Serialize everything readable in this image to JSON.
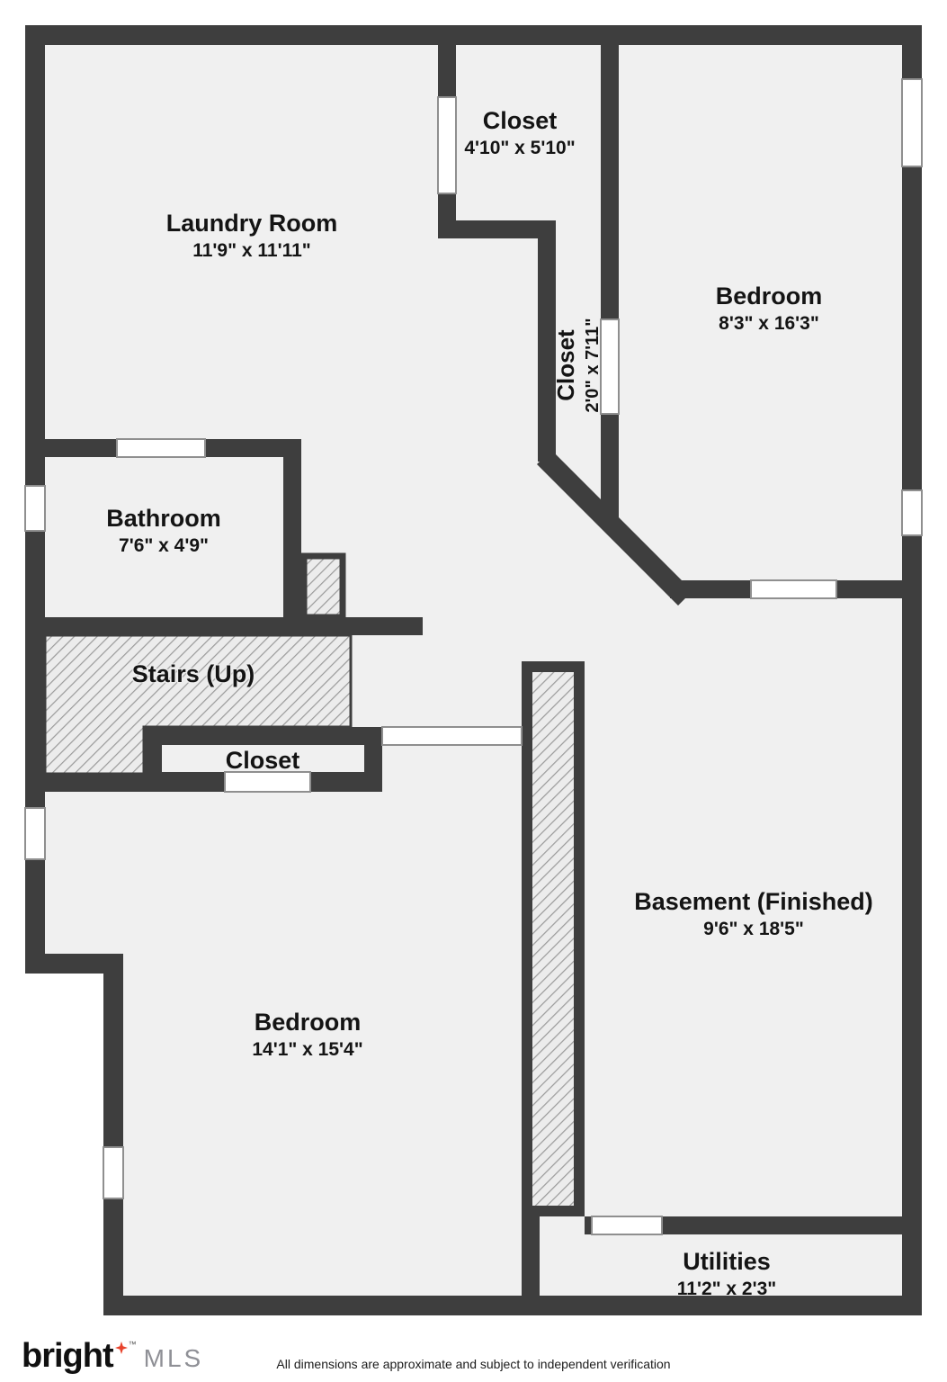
{
  "rooms": {
    "laundry": {
      "name": "Laundry Room",
      "dims": "11'9\" x 11'11\""
    },
    "closet_top": {
      "name": "Closet",
      "dims": "4'10\" x 5'10\""
    },
    "bedroom_right": {
      "name": "Bedroom",
      "dims": "8'3\" x 16'3\""
    },
    "closet_vertical": {
      "name": "Closet",
      "dims": "2'0\" x 7'11\""
    },
    "bathroom": {
      "name": "Bathroom",
      "dims": "7'6\" x 4'9\""
    },
    "stairs": {
      "name": "Stairs (Up)"
    },
    "closet_small": {
      "name": "Closet"
    },
    "bedroom_left": {
      "name": "Bedroom",
      "dims": "14'1\" x 15'4\""
    },
    "basement": {
      "name": "Basement (Finished)",
      "dims": "9'6\" x 18'5\""
    },
    "utilities": {
      "name": "Utilities",
      "dims": "11'2\" x 2'3\""
    }
  },
  "footer": {
    "logo_bright": "bright",
    "logo_tm": "™",
    "logo_mls": "MLS",
    "disclaimer": "All dimensions are approximate and subject to independent verification"
  },
  "colors": {
    "wall": "#3e3e3e",
    "floor": "#f0f0f0",
    "flame": "#e8432c"
  }
}
